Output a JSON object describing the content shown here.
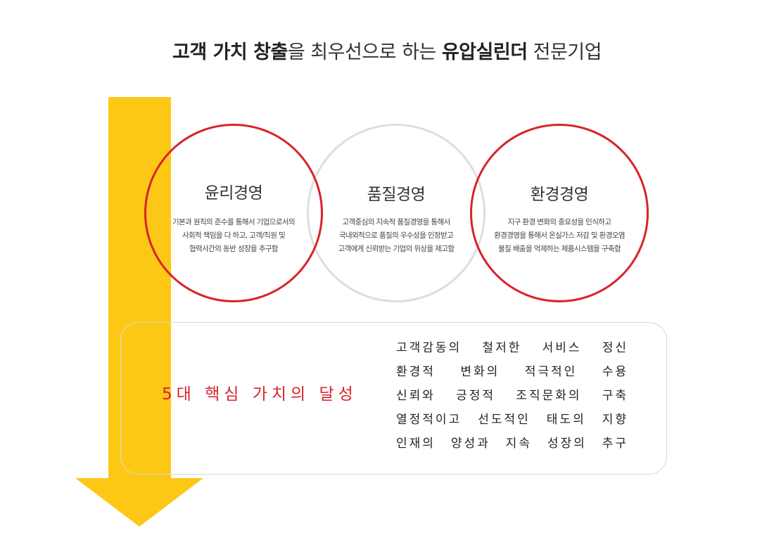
{
  "headline": {
    "part1": "고객 가치 창출",
    "part2": "을 최우선으로 하는 ",
    "part3": "유압실린더",
    "part4": " 전문기업"
  },
  "circles": [
    {
      "title": "윤리경영",
      "lines": [
        "기본과 원칙의 준수를 통해서 기업으로서의",
        "사회적 책임을 다 하고, 고객/직원 및",
        "협력사간의 동반 성장을 추구함"
      ]
    },
    {
      "title": "품질경영",
      "lines": [
        "고객중심의 지속적 품질경영을 통해서",
        "국내외적으로 품질의 우수성을 인정받고",
        "고객에게 신뢰받는 기업의 위상을 제고함"
      ]
    },
    {
      "title": "환경경영",
      "lines": [
        "지구 환경 변화의 중요성을 인식하고",
        "환경경영을 통해서 온실가스 저감 및 환경오염",
        "물질 배출을 억제하는 제품시스템을 구축함"
      ]
    }
  ],
  "five_values": {
    "title": "5대 핵심 가치의 달성",
    "items": [
      "고객감동의 철저한 서비스 정신",
      "환경적 변화의 적극적인 수용",
      "신뢰와 긍정적 조직문화의 구축",
      "열정적이고 선도적인 태도의 지향",
      "인재의 양성과 지속 성장의 추구"
    ]
  },
  "colors": {
    "accent_red": "#d9232b",
    "arrow_yellow": "#fdc815",
    "circle_gray": "#dedede"
  }
}
